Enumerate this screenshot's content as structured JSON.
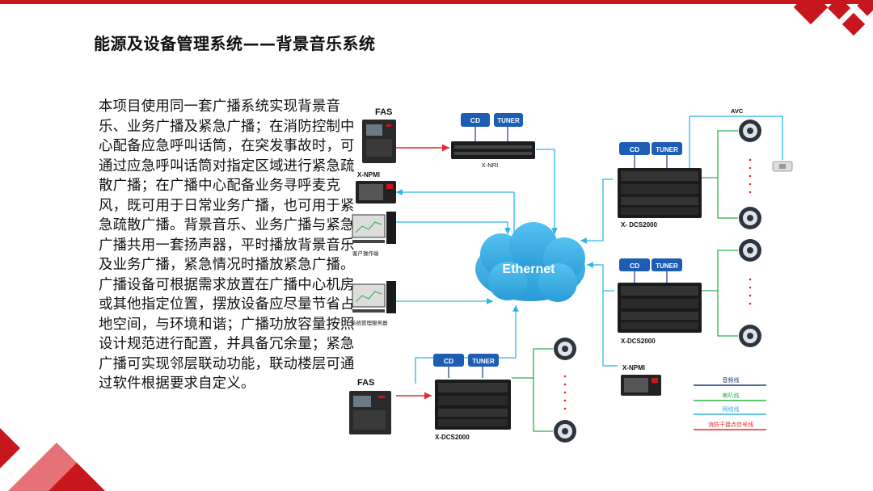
{
  "slide": {
    "title": "能源及设备管理系统——背景音乐系统",
    "body": "本项目使用同一套广播系统实现背景音乐、业务广播及紧急广播；在消防控制中心配备应急呼叫话筒，在突发事故时，可通过应急呼叫话筒对指定区域进行紧急疏散广播；在广播中心配备业务寻呼麦克风，既可用于日常业务广播，也可用于紧急疏散广播。背景音乐、业务广播与紧急广播共用一套扬声器，平时播放背景音乐及业务广播，紧急情况时播放紧急广播。广播设备可根据需求放置在广播中心机房或其他指定位置，摆放设备应尽量节省占地空间，与环境和谐；广播功放容量按照设计规范进行配置，并具备冗余量；紧急广播可实现邻层联动功能，联动楼层可通过软件根据要求自定义。",
    "accent_color": "#c8161d"
  },
  "diagram": {
    "labels": {
      "fas_top": "FAS",
      "fas_bottom": "FAS",
      "xnri": "X-NRI",
      "xnpmi_left": "X-NPMI",
      "xnpmi_right": "X-NPMI",
      "client": "客户操作端",
      "server": "系统管理服务器",
      "ethernet": "Ethernet",
      "avc": "AVC",
      "dcs_top": "X- DCS2000",
      "dcs_mid": "X-DCS2000",
      "dcs_bottom": "X-DCS2000",
      "cd": "CD",
      "tuner": "TUNER"
    },
    "legend": [
      {
        "label": "音频线",
        "color": "#1f3f7a"
      },
      {
        "label": "喇叭线",
        "color": "#2fb04a"
      },
      {
        "label": "网络线",
        "color": "#29b6e8"
      },
      {
        "label": "消防干接点信号线",
        "color": "#e5262c"
      }
    ]
  }
}
